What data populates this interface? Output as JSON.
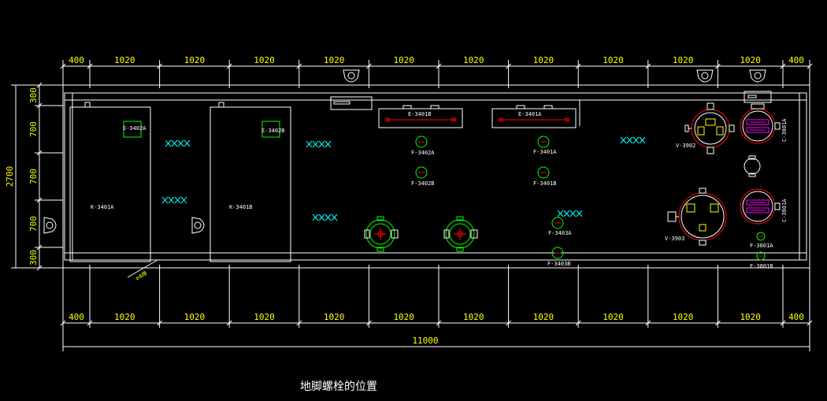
{
  "top_dims": [
    "400",
    "1020",
    "1020",
    "1020",
    "1020",
    "1020",
    "1020",
    "1020",
    "1020",
    "1020",
    "1020",
    "400"
  ],
  "bottom_dims": [
    "400",
    "1020",
    "1020",
    "1020",
    "1020",
    "1020",
    "1020",
    "1020",
    "1020",
    "1020",
    "1020",
    "400"
  ],
  "left_dims": [
    "300",
    "700",
    "700",
    "700",
    "300"
  ],
  "overall_height": "2700",
  "overall_width": "11000",
  "caption": "地脚螺栓的位置",
  "weld_label": "∅4焊",
  "tags": {
    "e3402a": "E-3402A",
    "e3402b": "E-3402B",
    "k3401a": "K-3401A",
    "k3401b": "K-3401B",
    "e3401b": "E-3401B",
    "e3401a": "E-3401A",
    "f3402a": "F-3402A",
    "f3402b": "F-3402B",
    "f3401a": "F-3401A",
    "f3401b": "F-3401B",
    "f3403a": "F-3403A",
    "f3403b": "F-3403B",
    "v3902": "V-3902",
    "v3903": "V-3903",
    "c3801a": "C-3801A",
    "c3801b": "C-3801A",
    "f3801a": "F-3801A",
    "f3801b": "F-3801B"
  }
}
